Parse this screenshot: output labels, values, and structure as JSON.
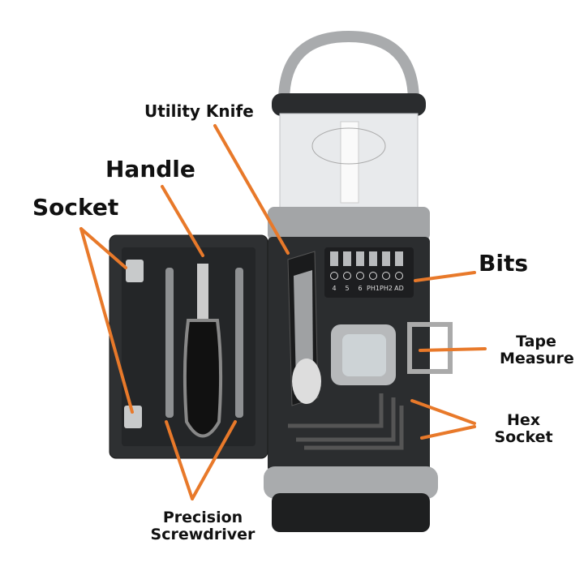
{
  "labels": {
    "utility_knife": "Utility Knife",
    "handle": "Handle",
    "socket": "Socket",
    "bits": "Bits",
    "tape_measure": [
      "Tape",
      "Measure"
    ],
    "hex_socket": [
      "Hex",
      "Socket"
    ],
    "precision_screwdriver": [
      "Precision",
      "Screwdriver"
    ]
  },
  "bit_labels": [
    "4",
    "5",
    "6",
    "PH1",
    "PH2",
    "AD"
  ],
  "colors": {
    "arrow": "#e8792a",
    "case": "#2b2d2f",
    "grey": "#9a9c9e"
  }
}
